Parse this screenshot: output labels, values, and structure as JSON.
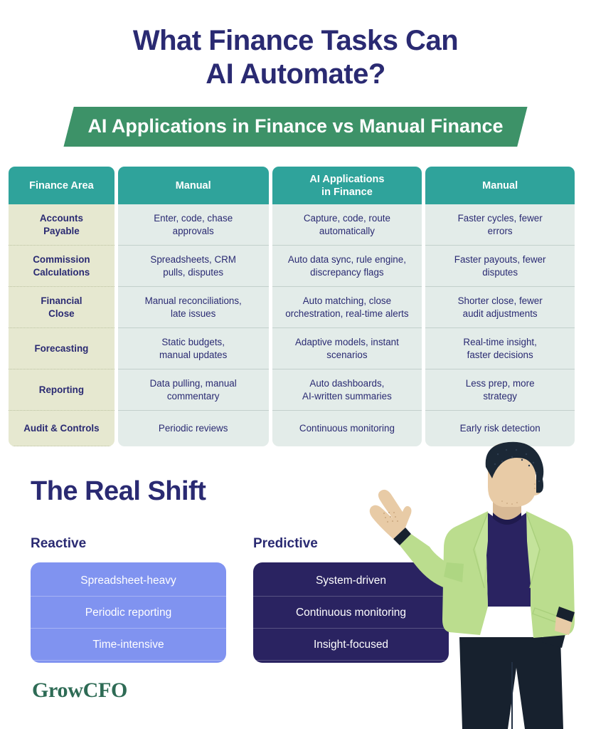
{
  "header": {
    "title_line1": "What Finance Tasks Can",
    "title_line2": "AI Automate?",
    "ribbon": "AI Applications in Finance vs Manual Finance"
  },
  "colors": {
    "navy": "#2a2a72",
    "teal": "#2fa39b",
    "green_ribbon": "#3d9268",
    "col1_bg": "#e6e8d0",
    "cell_bg": "#e3ece9",
    "reactive": "#8093f0",
    "predictive": "#2a2361",
    "logo_green": "#2e6b55",
    "blazer_green": "#bbdd8e",
    "skin": "#e8cba6",
    "hair_navy": "#1b2836",
    "shirt_navy": "#2a2361",
    "trouser_navy": "#17212e"
  },
  "table": {
    "headers": [
      {
        "line1": "Finance Area",
        "line2": ""
      },
      {
        "line1": "Manual",
        "line2": ""
      },
      {
        "line1": "AI Applications",
        "line2": "in Finance"
      },
      {
        "line1": "Manual",
        "line2": ""
      }
    ],
    "rows": [
      {
        "area_l1": "Accounts",
        "area_l2": "Payable",
        "manual_l1": "Enter, code, chase",
        "manual_l2": "approvals",
        "ai_l1": "Capture, code, route",
        "ai_l2": "automatically",
        "benefit_l1": "Faster cycles, fewer",
        "benefit_l2": "errors"
      },
      {
        "area_l1": "Commission",
        "area_l2": "Calculations",
        "manual_l1": "Spreadsheets, CRM",
        "manual_l2": "pulls, disputes",
        "ai_l1": "Auto data sync, rule engine,",
        "ai_l2": "discrepancy flags",
        "benefit_l1": "Faster payouts, fewer",
        "benefit_l2": "disputes"
      },
      {
        "area_l1": "Financial",
        "area_l2": "Close",
        "manual_l1": "Manual reconciliations,",
        "manual_l2": "late issues",
        "ai_l1": "Auto matching, close",
        "ai_l2": "orchestration, real-time alerts",
        "benefit_l1": "Shorter close, fewer",
        "benefit_l2": "audit adjustments"
      },
      {
        "area_l1": "Forecasting",
        "area_l2": "",
        "manual_l1": "Static budgets,",
        "manual_l2": "manual updates",
        "ai_l1": "Adaptive models, instant",
        "ai_l2": "scenarios",
        "benefit_l1": "Real-time insight,",
        "benefit_l2": "faster decisions"
      },
      {
        "area_l1": "Reporting",
        "area_l2": "",
        "manual_l1": "Data pulling, manual",
        "manual_l2": "commentary",
        "ai_l1": "Auto dashboards,",
        "ai_l2": "AI-written summaries",
        "benefit_l1": "Less prep, more",
        "benefit_l2": "strategy"
      },
      {
        "area_l1": "Audit & Controls",
        "area_l2": "",
        "manual_l1": "Periodic reviews",
        "manual_l2": "",
        "ai_l1": "Continuous monitoring",
        "ai_l2": "",
        "benefit_l1": "Early risk detection",
        "benefit_l2": ""
      }
    ]
  },
  "real_shift": {
    "title": "The Real Shift",
    "reactive": {
      "label": "Reactive",
      "items": [
        "Spreadsheet-heavy",
        "Periodic reporting",
        "Time-intensive"
      ]
    },
    "predictive": {
      "label": "Predictive",
      "items": [
        "System-driven",
        "Continuous monitoring",
        "Insight-focused"
      ]
    }
  },
  "logo": {
    "text": "GrowCFO"
  }
}
